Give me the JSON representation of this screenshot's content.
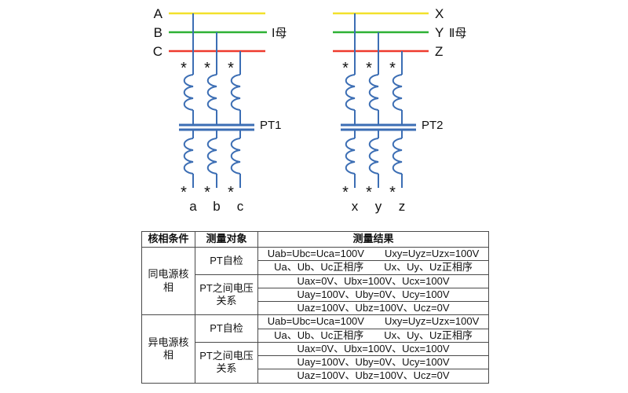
{
  "diagram": {
    "star": "*",
    "colors": {
      "phase_a": "#f2e12c",
      "phase_b": "#2eb135",
      "phase_c": "#ee3b2e",
      "circuit": "#3c6eb4"
    },
    "left": {
      "phase_labels": [
        "A",
        "B",
        "C"
      ],
      "bus_label": "Ⅰ母",
      "pt_label": "PT1",
      "terminals": [
        "a",
        "b",
        "c"
      ]
    },
    "right": {
      "phase_labels": [
        "X",
        "Y",
        "Z"
      ],
      "bus_label": "Ⅱ母",
      "pt_label": "PT2",
      "terminals": [
        "x",
        "y",
        "z"
      ]
    }
  },
  "table": {
    "headers": [
      "核相条件",
      "测量对象",
      "测量结果"
    ],
    "groups": [
      {
        "condition": "同电源核相",
        "sections": [
          {
            "object": "PT自检",
            "results": [
              "Uab=Ubc=Uca=100V　　Uxy=Uyz=Uzx=100V",
              "Ua、Ub、Uc正相序　　Ux、Uy、Uz正相序"
            ]
          },
          {
            "object": "PT之间电压关系",
            "results": [
              "Uax=0V、Ubx=100V、Ucx=100V",
              "Uay=100V、Uby=0V、Ucy=100V",
              "Uaz=100V、Ubz=100V、Ucz=0V"
            ]
          }
        ]
      },
      {
        "condition": "异电源核相",
        "sections": [
          {
            "object": "PT自检",
            "results": [
              "Uab=Ubc=Uca=100V　　Uxy=Uyz=Uzx=100V",
              "Ua、Ub、Uc正相序　　Ux、Uy、Uz正相序"
            ]
          },
          {
            "object": "PT之间电压关系",
            "results": [
              "Uax=0V、Ubx=100V、Ucx=100V",
              "Uay=100V、Uby=0V、Ucy=100V",
              "Uaz=100V、Ubz=100V、Ucz=0V"
            ]
          }
        ]
      }
    ]
  }
}
